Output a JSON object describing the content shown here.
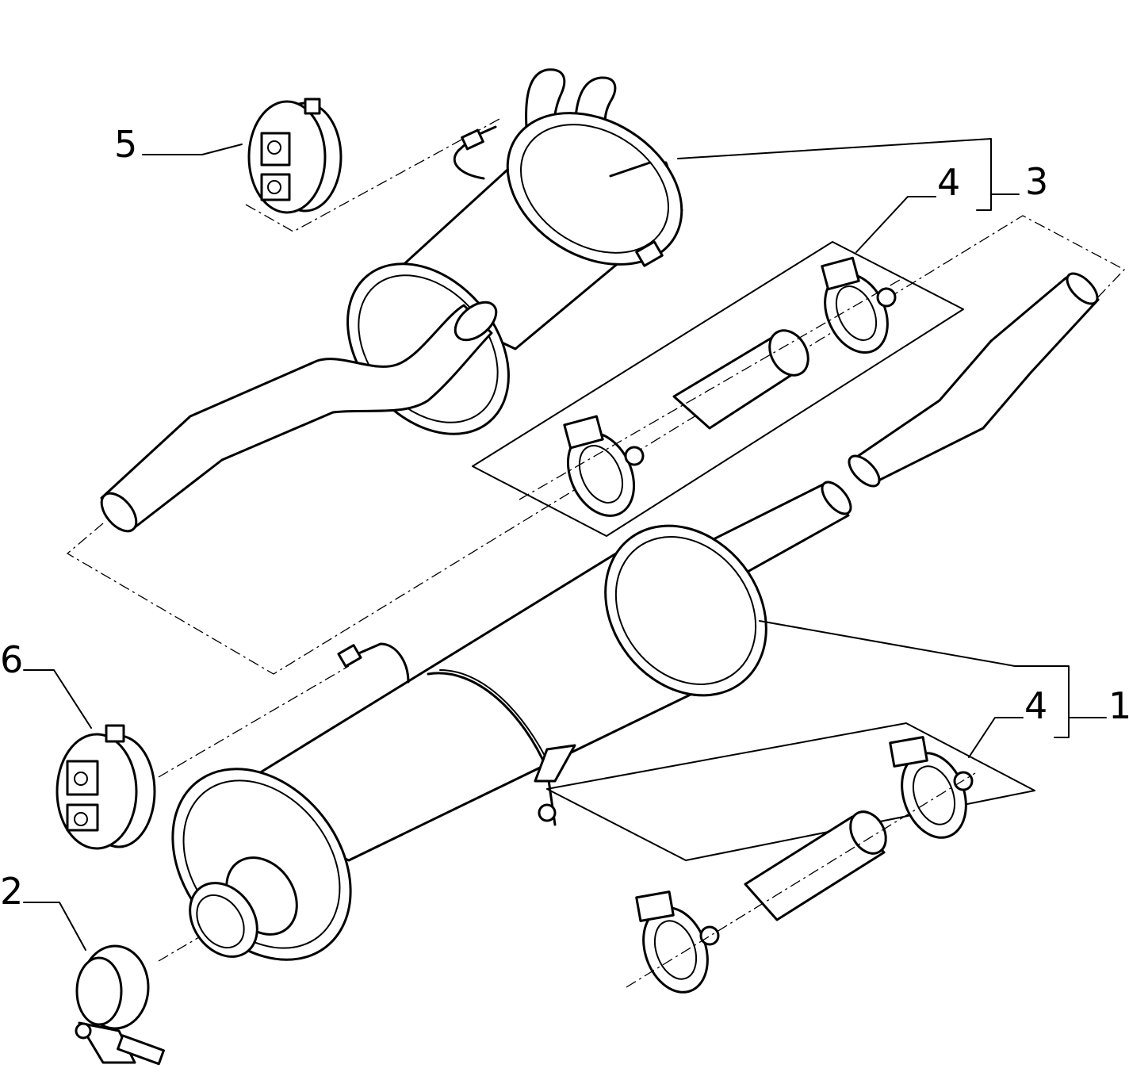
{
  "diagram": {
    "labels": {
      "part_1": "1",
      "part_2": "2",
      "part_3": "3",
      "part_4_upper": "4",
      "part_4_lower": "4",
      "part_5": "5",
      "part_6": "6"
    }
  }
}
